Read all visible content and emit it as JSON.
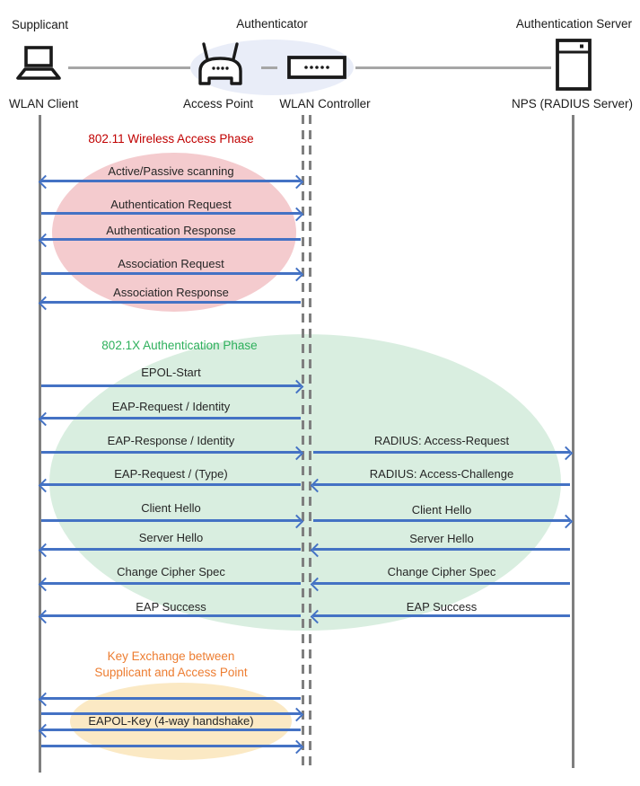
{
  "actors": {
    "supplicant": {
      "role_label": "Supplicant",
      "node_label": "WLAN Client"
    },
    "authenticator": {
      "role_label": "Authenticator",
      "access_point_label": "Access Point",
      "controller_label": "WLAN Controller"
    },
    "authentication_server": {
      "role_label": "Authentication Server",
      "node_label": "NPS (RADIUS Server)"
    }
  },
  "phases": {
    "wireless_access": {
      "title": "802.11 Wireless Access Phase",
      "title_color": "#C00000",
      "ellipse_color": "#F4CBCE"
    },
    "dot1x_authentication": {
      "title": "802.1X Authentication Phase",
      "title_color": "#2EB05C",
      "ellipse_color": "#D9EEE0"
    },
    "key_exchange": {
      "title_line1": "Key Exchange between",
      "title_line2": "Supplicant and Access Point",
      "title_color": "#ED7D31",
      "ellipse_color": "#FBE9C4"
    }
  },
  "messages": {
    "supplicant_to_controller": [
      {
        "label": "Active/Passive scanning",
        "direction": "both"
      },
      {
        "label": "Authentication Request",
        "direction": "right"
      },
      {
        "label": "Authentication Response",
        "direction": "left"
      },
      {
        "label": "Association Request",
        "direction": "right"
      },
      {
        "label": "Association Response",
        "direction": "left"
      },
      {
        "label": "EPOL-Start",
        "direction": "right"
      },
      {
        "label": "EAP-Request / Identity",
        "direction": "left"
      },
      {
        "label": "EAP-Response / Identity",
        "direction": "right"
      },
      {
        "label": "EAP-Request / (Type)",
        "direction": "left"
      },
      {
        "label": "Client Hello",
        "direction": "right"
      },
      {
        "label": "Server Hello",
        "direction": "left"
      },
      {
        "label": "Change Cipher Spec",
        "direction": "left"
      },
      {
        "label": "EAP Success",
        "direction": "left"
      },
      {
        "label": "EAPOL-Key (4-way handshake)",
        "direction": "4-way-handshake"
      }
    ],
    "controller_to_server": [
      {
        "label": "RADIUS: Access-Request",
        "direction": "right"
      },
      {
        "label": "RADIUS: Access-Challenge",
        "direction": "left"
      },
      {
        "label": "Client Hello",
        "direction": "right"
      },
      {
        "label": "Server Hello",
        "direction": "left"
      },
      {
        "label": "Change Cipher Spec",
        "direction": "left"
      },
      {
        "label": "EAP Success",
        "direction": "left"
      }
    ]
  },
  "colors": {
    "arrow": "#4472C4",
    "lifeline": "#7F7F7F",
    "connector": "#A6A6A6",
    "authenticator_ellipse": "#E9EDF8",
    "message_text": "#262626"
  }
}
